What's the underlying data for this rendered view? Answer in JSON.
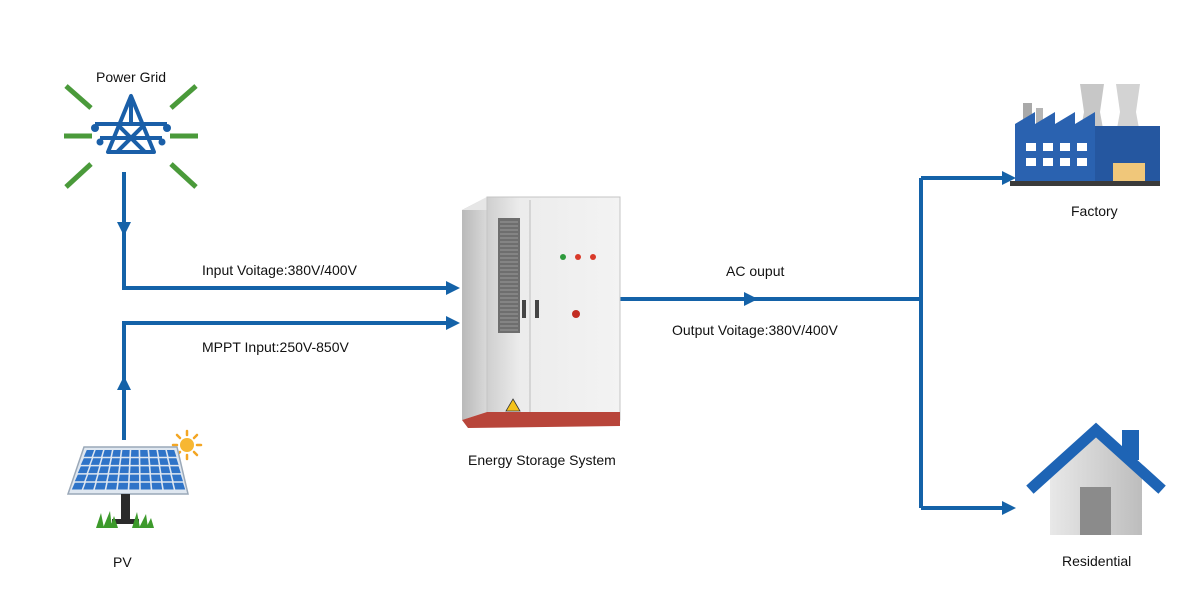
{
  "nodes": {
    "power_grid": "Power Grid",
    "pv": "PV",
    "ess": "Energy Storage System",
    "factory": "Factory",
    "residential": "Residential"
  },
  "edges": {
    "input_voltage": "Input Voitage:380V/400V",
    "mppt_input": "MPPT Input:250V-850V",
    "ac_output": "AC ouput",
    "output_voltage": "Output Voitage:380V/400V"
  },
  "colors": {
    "line": "#1462a8",
    "grid_icon": "#1a5fa8",
    "grid_rays": "#4a9a3a",
    "factory_blue": "#2a62b0",
    "house_blue": "#1e64b5"
  }
}
